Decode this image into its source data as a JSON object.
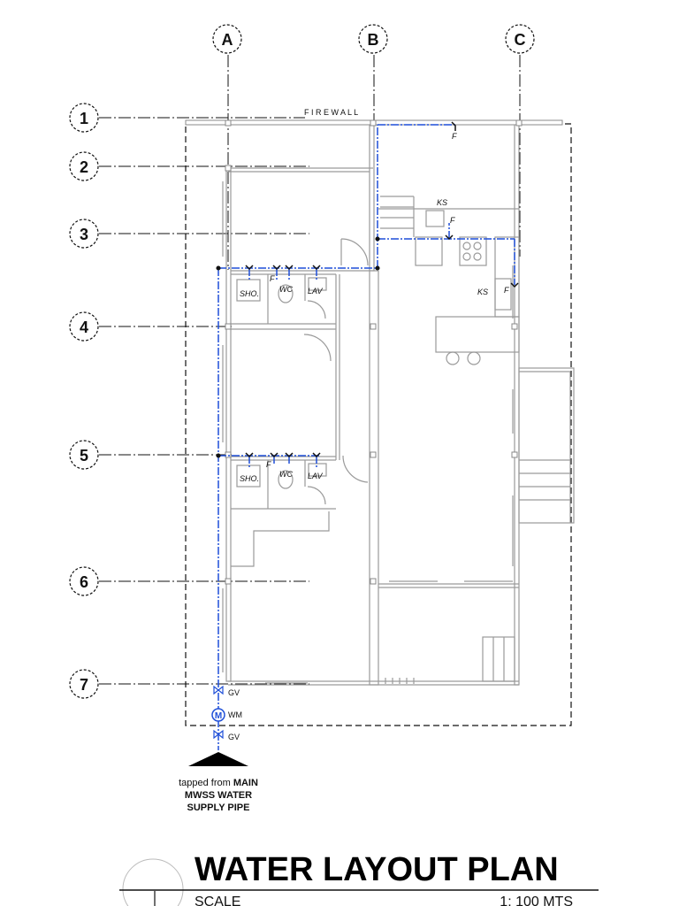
{
  "grid": {
    "columns": [
      "A",
      "B",
      "C"
    ],
    "rows": [
      "1",
      "2",
      "3",
      "4",
      "5",
      "6",
      "7"
    ]
  },
  "firewall_label": "F I R E W A L L",
  "fixtures": {
    "sho": "SHO.",
    "wc": "WC",
    "lav": "LAV",
    "ks": "KS",
    "f": "F"
  },
  "supply": {
    "gv": "GV",
    "meter_symbol": "M",
    "wm": "WM",
    "note_line1_prefix": "tapped from ",
    "note_line1_bold": "MAIN",
    "note_line2": "MWSS WATER",
    "note_line3": "SUPPLY PIPE"
  },
  "title": {
    "main": "WATER  LAYOUT  PLAN",
    "scale_label": "SCALE",
    "scale_value": "1: 100 MTS"
  },
  "colors": {
    "pipe": "#1f4fd8",
    "wall": "#9a9a9a",
    "line": "#111111"
  }
}
